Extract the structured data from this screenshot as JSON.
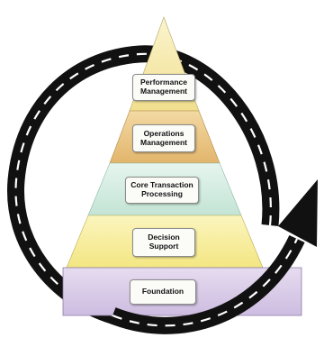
{
  "pyramid": {
    "layers": [
      {
        "label": "Performance\nManagement",
        "color": "#f4e7a6"
      },
      {
        "label": "Operations\nManagement",
        "color": "#e9c37d"
      },
      {
        "label": "Core Transaction\nProcessing",
        "color": "#cfeadf"
      },
      {
        "label": "Decision\nSupport",
        "color": "#f7ee96"
      },
      {
        "label": "Foundation",
        "color": "#d8c9e6"
      }
    ]
  },
  "road": {
    "color": "#111111",
    "dash_color": "#ffffff"
  }
}
